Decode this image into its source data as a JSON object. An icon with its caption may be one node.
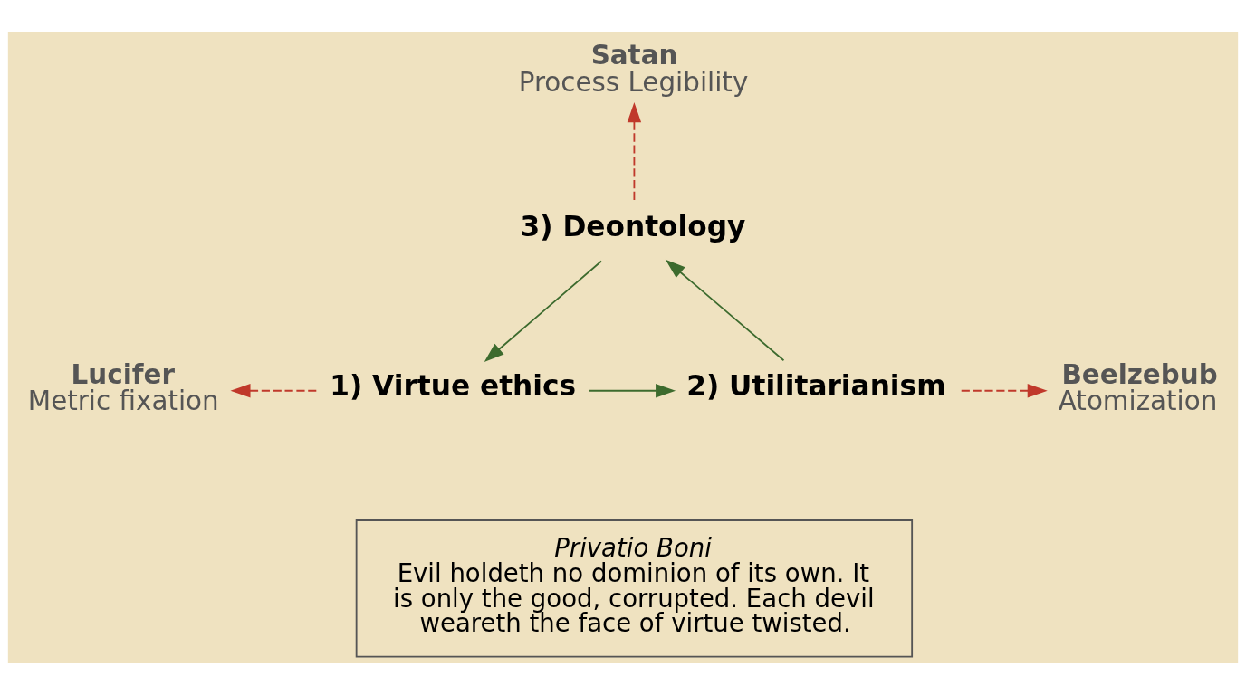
{
  "diagram": {
    "nodes": [
      {
        "text": [
          "Satan",
          "Process Legibility"
        ]
      },
      {
        "text": [
          "3) Deontology"
        ]
      },
      {
        "text": [
          "Lucifer",
          "Metric fixation"
        ]
      },
      {
        "text": [
          "1) Virtue ethics"
        ]
      },
      {
        "text": [
          "2) Utilitarianism"
        ]
      },
      {
        "text": [
          "Beelzebub",
          "Atomization"
        ]
      },
      {
        "text": [
          "Privatio Boni",
          "Evil holdeth no dominion of its own. It is only the good, corrupted. Each devil weareth the face of virtue twisted."
        ]
      }
    ],
    "edges": [
      {
        "from": 1,
        "to": 0,
        "arrow": "to",
        "style": "dashed",
        "color": "#c0392b"
      },
      {
        "from": 1,
        "to": 3,
        "arrow": "to",
        "color": "#3d6b2e"
      },
      {
        "from": 3,
        "to": 4,
        "arrow": "to",
        "color": "#3d6b2e"
      },
      {
        "from": 4,
        "to": 1,
        "arrow": "to",
        "color": "#3d6b2e"
      },
      {
        "from": 3,
        "to": 2,
        "arrow": "to",
        "style": "dashed",
        "color": "#c0392b"
      },
      {
        "from": 4,
        "to": 5,
        "arrow": "to",
        "style": "dashed",
        "color": "#c0392b"
      }
    ]
  }
}
